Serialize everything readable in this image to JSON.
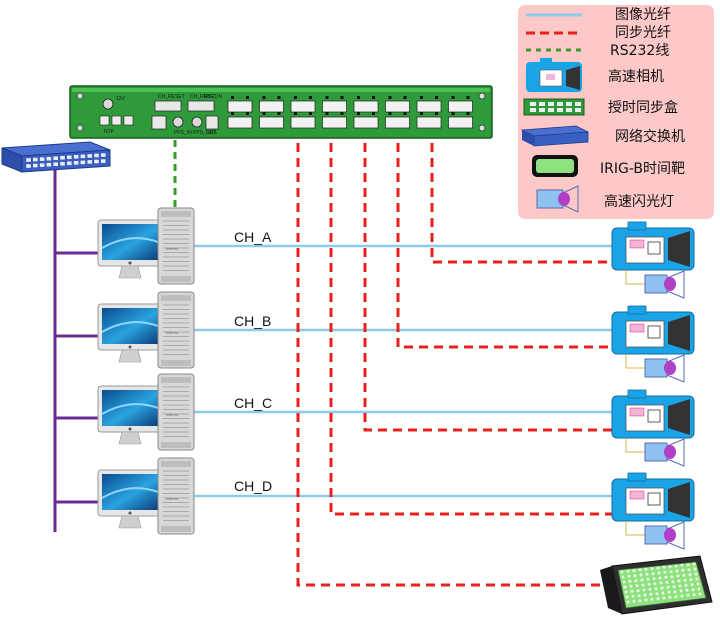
{
  "channels": [
    {
      "label": "CH_A"
    },
    {
      "label": "CH_B"
    },
    {
      "label": "CH_C"
    },
    {
      "label": "CH_D"
    }
  ],
  "legend": [
    {
      "text": "图像光纤",
      "icon": "image-fiber-line",
      "color": "#8ec9ee"
    },
    {
      "text": "同步光纤",
      "icon": "sync-fiber-line",
      "color": "#e8201c"
    },
    {
      "text": "RS232线",
      "icon": "rs232-line",
      "color": "#3a9a2a"
    },
    {
      "text": "高速相机",
      "icon": "high-speed-camera"
    },
    {
      "text": "授时同步盒",
      "icon": "timing-sync-box"
    },
    {
      "text": "网络交换机",
      "icon": "network-switch"
    },
    {
      "text": "IRIG-B时间靶",
      "icon": "irig-b-time-target"
    },
    {
      "text": "高速闪光灯",
      "icon": "high-speed-strobe"
    }
  ],
  "sync_box": {
    "labels": [
      "12V",
      "CH_RESET",
      "CH_RESET",
      "NTP",
      "PPS_IN",
      "PPS_OUT",
      "IRIG_IN",
      "GPS"
    ]
  },
  "workstation": {
    "badge": "inferno"
  },
  "colors": {
    "legend_bg": "#fcc8c8",
    "image_fiber": "#8ec9ee",
    "sync_fiber": "#e8201c",
    "rs232": "#3a9a2a",
    "ethernet": "#6a2c90",
    "box_green": "#2f9a3a",
    "camera_blue": "#1aa3e6"
  }
}
